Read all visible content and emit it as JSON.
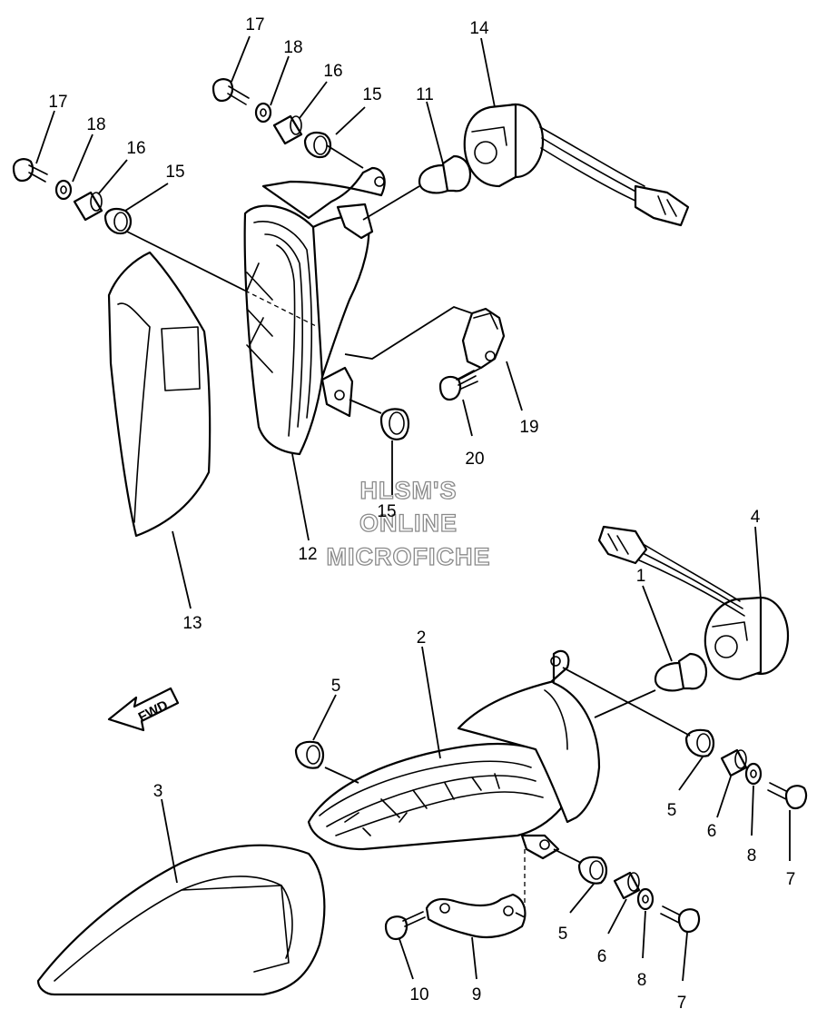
{
  "watermark": {
    "line1": "HLSM'S",
    "line2": "ONLINE",
    "line3": "MICROFICHE"
  },
  "direction_arrow": {
    "label": "FWD",
    "icon": "arrow-left-icon"
  },
  "callouts": {
    "c1": "1",
    "c2": "2",
    "c3": "3",
    "c4": "4",
    "c5a": "5",
    "c5b": "5",
    "c5c": "5",
    "c6a": "6",
    "c6b": "6",
    "c7a": "7",
    "c7b": "7",
    "c8a": "8",
    "c8b": "8",
    "c9": "9",
    "c10": "10",
    "c11": "11",
    "c12": "12",
    "c13": "13",
    "c14": "14",
    "c15a": "15",
    "c15b": "15",
    "c15c": "15",
    "c16a": "16",
    "c16b": "16",
    "c17a": "17",
    "c17b": "17",
    "c18a": "18",
    "c18b": "18",
    "c19": "19",
    "c20": "20"
  }
}
